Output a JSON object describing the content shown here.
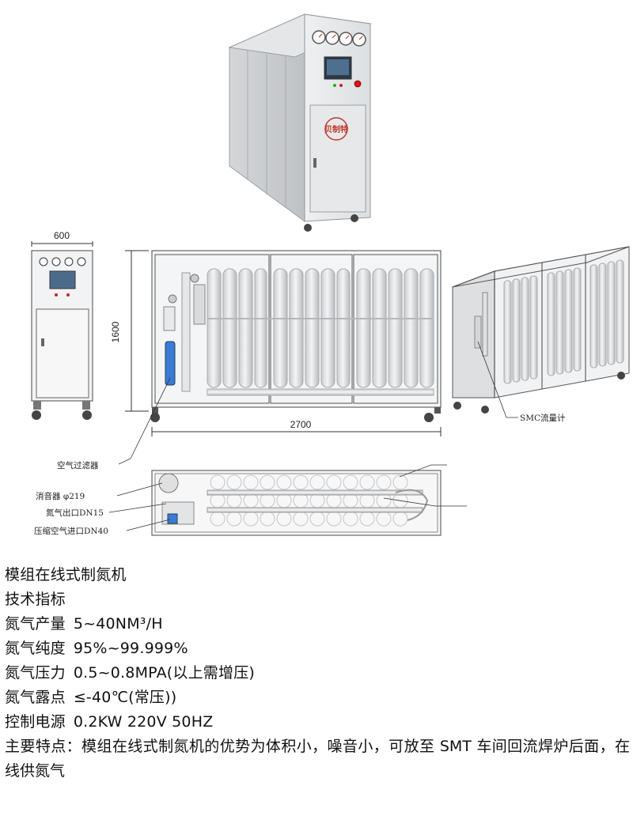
{
  "drawing": {
    "front_width": "600",
    "height": "1600",
    "length": "2700",
    "brand_logo_text": "贝制特",
    "callouts": {
      "smc_flowmeter": "SMC流量计",
      "air_filter": "空气过滤器",
      "muffler": "消音器 φ219",
      "nitrogen_outlet": "氮气出口DN15",
      "compressed_air_inlet": "压缩空气进口DN40"
    }
  },
  "product": {
    "title": "模组在线式制氮机",
    "spec_heading": "技术指标",
    "specs": [
      {
        "label": "氮气产量",
        "value": "5~40NM³/H"
      },
      {
        "label": "氮气纯度",
        "value": "95%~99.999%"
      },
      {
        "label": "氮气压力",
        "value": "0.5~0.8MPA(以上需增压)"
      },
      {
        "label": "氮气露点",
        "value": "≤-40℃(常压))"
      },
      {
        "label": "控制电源",
        "value": "0.2KW 220V 50HZ"
      }
    ],
    "features": "主要特点：模组在线式制氮机的优势为体积小，噪音小，可放至 SMT 车间回流焊炉后面，在线供氮气"
  }
}
